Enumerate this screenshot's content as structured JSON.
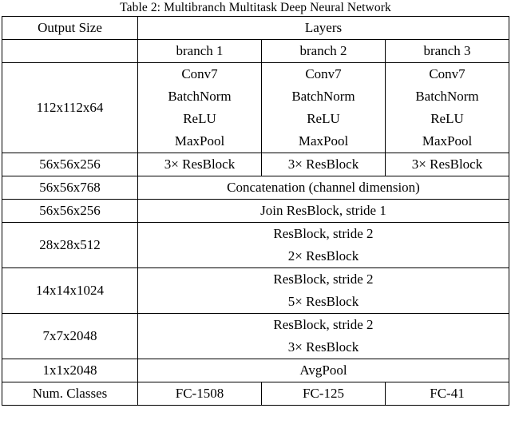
{
  "caption": "Table 2: Multibranch Multitask Deep Neural Network",
  "table": {
    "header": {
      "output_size": "Output Size",
      "layers": "Layers",
      "branch1": "branch 1",
      "branch2": "branch 2",
      "branch3": "branch 3"
    },
    "rows": {
      "stem": {
        "output_size": "112x112x64",
        "branch1": [
          "Conv7",
          "BatchNorm",
          "ReLU",
          "MaxPool"
        ],
        "branch2": [
          "Conv7",
          "BatchNorm",
          "ReLU",
          "MaxPool"
        ],
        "branch3": [
          "Conv7",
          "BatchNorm",
          "ReLU",
          "MaxPool"
        ]
      },
      "resblock3": {
        "output_size": "56x56x256",
        "branch1": "3× ResBlock",
        "branch2": "3× ResBlock",
        "branch3": "3× ResBlock"
      },
      "concat": {
        "output_size": "56x56x768",
        "layers": "Concatenation (channel dimension)"
      },
      "join": {
        "output_size": "56x56x256",
        "layers": "Join ResBlock, stride 1"
      },
      "stage28": {
        "output_size": "28x28x512",
        "layers": [
          "ResBlock, stride 2",
          "2× ResBlock"
        ]
      },
      "stage14": {
        "output_size": "14x14x1024",
        "layers": [
          "ResBlock, stride 2",
          "5× ResBlock"
        ]
      },
      "stage7": {
        "output_size": "7x7x2048",
        "layers": [
          "ResBlock, stride 2",
          "3× ResBlock"
        ]
      },
      "avgpool": {
        "output_size": "1x1x2048",
        "layers": "AvgPool"
      },
      "classes": {
        "output_size": "Num. Classes",
        "branch1": "FC-1508",
        "branch2": "FC-125",
        "branch3": "FC-41"
      }
    }
  }
}
